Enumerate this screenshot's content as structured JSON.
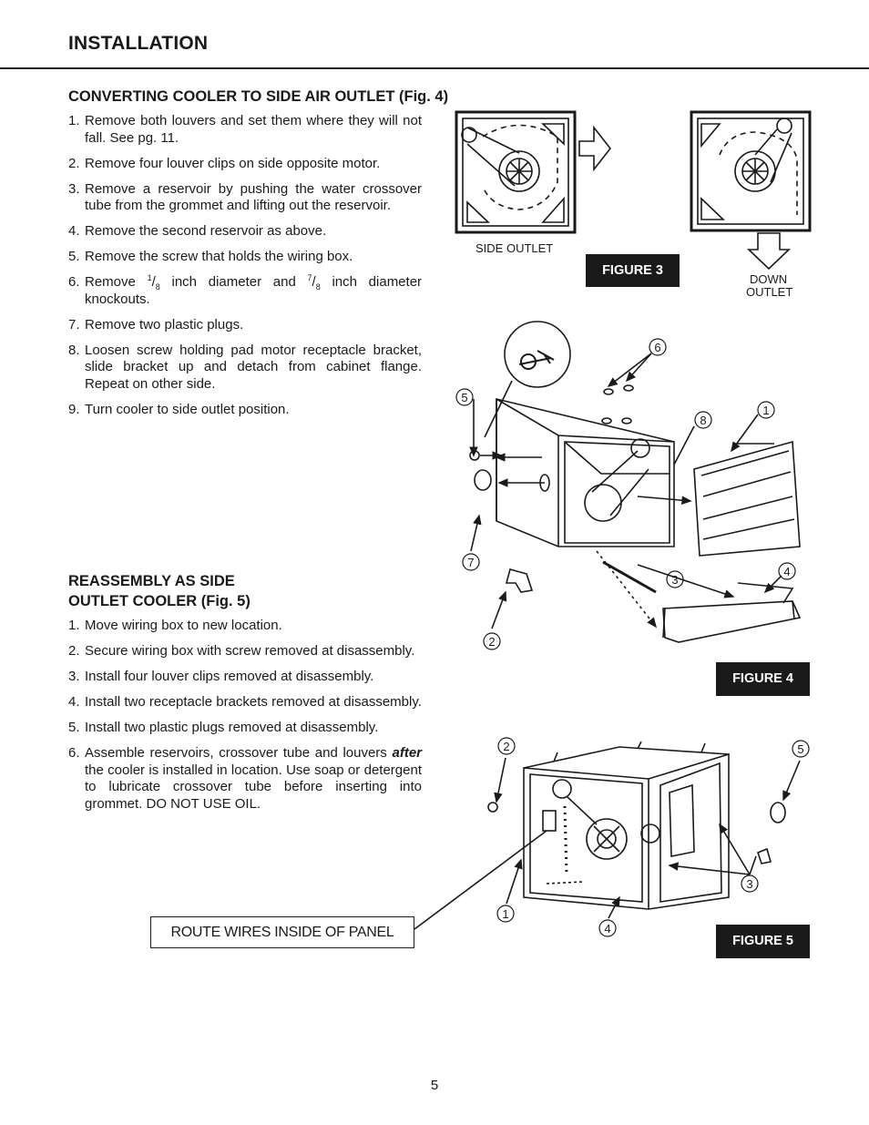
{
  "header": {
    "title": "INSTALLATION"
  },
  "section1": {
    "heading": "CONVERTING COOLER TO SIDE AIR OUTLET (Fig. 4)",
    "steps": [
      {
        "num": "1.",
        "text": "Remove both louvers and set them where they will not fall. See pg. 11."
      },
      {
        "num": "2.",
        "text": "Remove four louver clips on side opposite motor."
      },
      {
        "num": "3.",
        "text": "Remove a reservoir by pushing the water crossover tube from the grommet and lifting out the reservoir."
      },
      {
        "num": "4.",
        "text": "Remove the second reservoir as above."
      },
      {
        "num": "5.",
        "text": "Remove the screw that holds the wiring box."
      },
      {
        "num": "6.",
        "text_a": "Remove",
        "frac1_num": "1",
        "frac1_den": "8",
        "text_b": "inch diameter and",
        "frac2_num": "7",
        "frac2_den": "8",
        "text_c": "inch diameter knockouts."
      },
      {
        "num": "7.",
        "text": "Remove two plastic plugs."
      },
      {
        "num": "8.",
        "text": "Loosen screw holding pad motor receptacle bracket, slide bracket up and detach from cabinet flange. Repeat on other side."
      },
      {
        "num": "9.",
        "text": "Turn cooler to side outlet position."
      }
    ]
  },
  "section2": {
    "heading_line1": "REASSEMBLY AS SIDE",
    "heading_line2": "OUTLET COOLER (Fig. 5)",
    "steps": [
      {
        "num": "1.",
        "text": "Move wiring box to new location."
      },
      {
        "num": "2.",
        "text": "Secure wiring box with screw removed at disassembly."
      },
      {
        "num": "3.",
        "text": "Install four louver clips removed at disassembly."
      },
      {
        "num": "4.",
        "text": "Install two receptacle brackets removed at disassembly."
      },
      {
        "num": "5.",
        "text": "Install two plastic plugs removed at disassembly."
      },
      {
        "num": "6.",
        "text_a": "Assemble reservoirs, crossover tube and louvers",
        "emph": "after",
        "text_b": "the cooler is installed in location. Use soap or detergent to lubricate crossover tube before inserting into grommet.  DO NOT USE OIL."
      }
    ]
  },
  "figure3": {
    "label": "FIGURE 3",
    "side_outlet": "SIDE OUTLET",
    "down_line1": "DOWN",
    "down_line2": "OUTLET"
  },
  "figure4": {
    "label": "FIGURE 4",
    "callouts": [
      "6",
      "5",
      "8",
      "1",
      "7",
      "3",
      "4",
      "2"
    ]
  },
  "figure5": {
    "label": "FIGURE 5",
    "callouts": [
      "2",
      "5",
      "3",
      "1",
      "4"
    ]
  },
  "route_note": "ROUTE WIRES INSIDE OF PANEL",
  "page_number": "5"
}
